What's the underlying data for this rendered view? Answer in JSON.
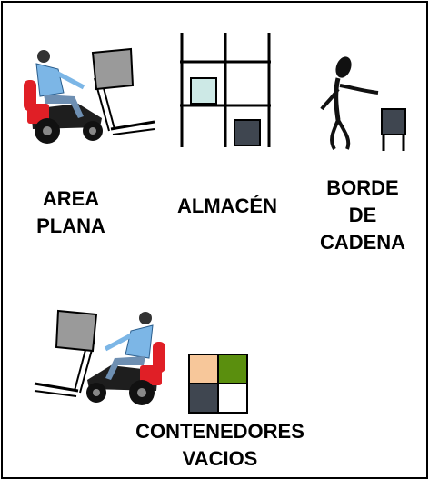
{
  "labels": {
    "area_plana_line1": "AREA",
    "area_plana_line2": "PLANA",
    "almacen": "ALMACÉN",
    "borde_line1": "BORDE",
    "borde_line2": "DE",
    "borde_line3": "CADENA",
    "contenedores_line1": "CONTENEDORES",
    "contenedores_line2": "VACIOS"
  },
  "colors": {
    "light_cyan_box": "#cde9e6",
    "dark_box": "#3f4650",
    "peach_square": "#f7c79a",
    "green_square": "#5a8f0e",
    "forklift_red": "#e01f26",
    "operator_blue": "#7cb6e6",
    "load_gray": "#9a9a9a"
  }
}
